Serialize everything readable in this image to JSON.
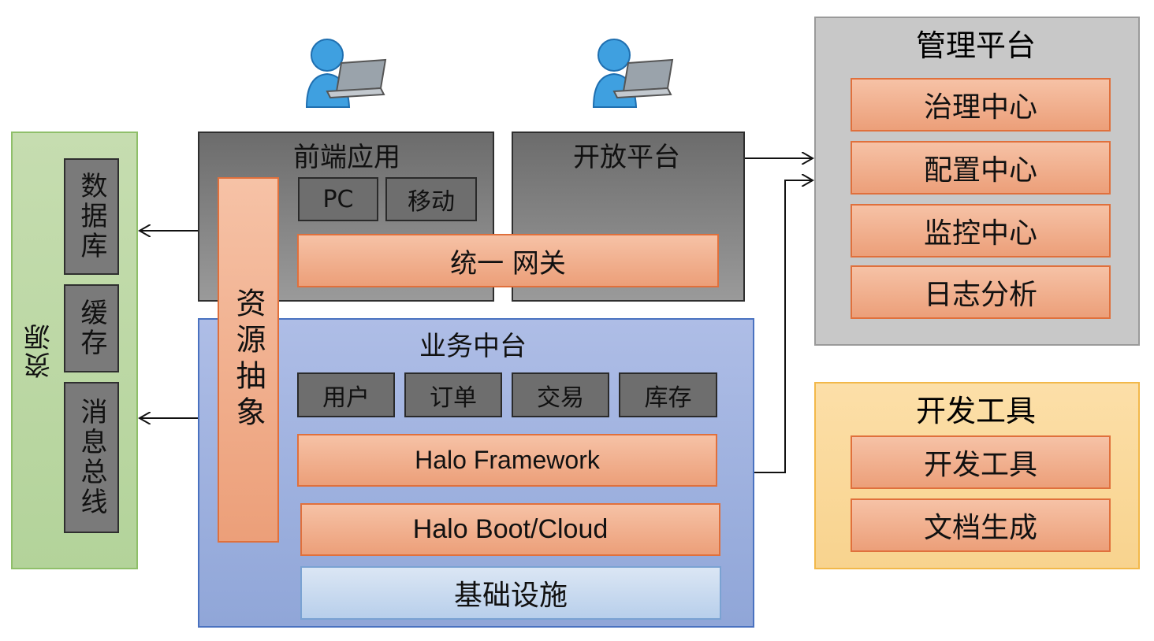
{
  "resources": {
    "title": "资源",
    "items": [
      "数据库",
      "缓存",
      "消息总线"
    ]
  },
  "frontend": {
    "title": "前端应用",
    "clients": [
      "PC",
      "移动"
    ]
  },
  "open_platform": {
    "title": "开放平台"
  },
  "gateway": "统一 网关",
  "resource_abstraction": "资源抽象",
  "business": {
    "title": "业务中台",
    "modules": [
      "用户",
      "订单",
      "交易",
      "库存"
    ],
    "framework": "Halo Framework",
    "boot": "Halo Boot/Cloud",
    "infrastructure": "基础设施"
  },
  "management": {
    "title": "管理平台",
    "items": [
      "治理中心",
      "配置中心",
      "监控中心",
      "日志分析"
    ]
  },
  "dev_tools": {
    "title": "开发工具",
    "items": [
      "开发工具",
      "文档生成"
    ]
  },
  "icons": [
    "user-laptop-icon",
    "user-laptop-icon"
  ],
  "colors": {
    "resource_green": "#b3d39a",
    "dark_gray": "#7a7a7a",
    "orange": "#ec9f79",
    "business_blue": "#90a6d8",
    "management_gray": "#c8c8c8",
    "devtools_yellow": "#f8d38e"
  }
}
